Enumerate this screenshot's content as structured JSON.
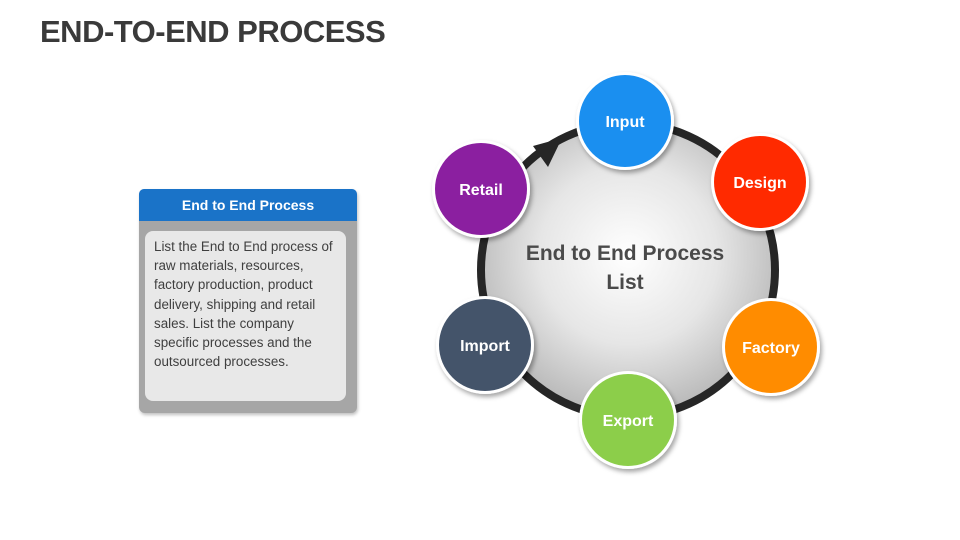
{
  "title": "END-TO-END PROCESS",
  "info_box": {
    "header": "End to End Process",
    "body": "List the End to End process of raw materials, resources, factory production, product delivery, shipping and retail sales. List the company specific processes and the outsourced processes."
  },
  "hub": {
    "line1": "End to End Process",
    "line2": "List"
  },
  "steps": [
    {
      "label": "Input",
      "color": "#1a8ff0"
    },
    {
      "label": "Design",
      "color": "#ff2a00"
    },
    {
      "label": "Factory",
      "color": "#ff8c00"
    },
    {
      "label": "Export",
      "color": "#8cce4a"
    },
    {
      "label": "Import",
      "color": "#44546a"
    },
    {
      "label": "Retail",
      "color": "#8b1fa0"
    }
  ]
}
